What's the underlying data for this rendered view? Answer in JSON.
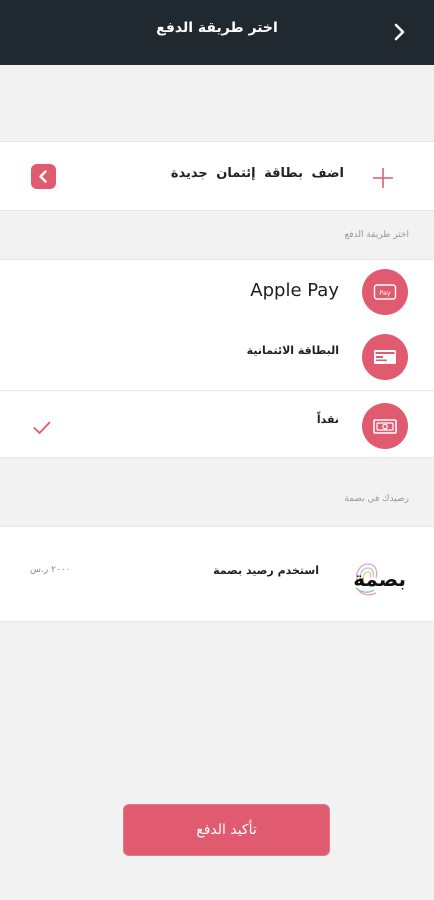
{
  "header": {
    "title": "اختر طريقة الدفع"
  },
  "add_card": {
    "label": "اضف بطاقة إئتمان جديدة"
  },
  "payment_section": {
    "label": "اختر طريقة الدفع"
  },
  "payment_methods": [
    {
      "label": "Apple Pay",
      "icon": "apple-pay-icon",
      "selected": false
    },
    {
      "label": "البطاقة الائتمانية",
      "icon": "credit-card-icon",
      "selected": false
    },
    {
      "label": "نقداً",
      "icon": "cash-icon",
      "selected": true
    }
  ],
  "basma_section": {
    "label": "رصيدك في بصمة"
  },
  "basma": {
    "use_label": "استخدم رصيد بصمة",
    "balance": "٢٠٠٠ ر.س",
    "logo_text": "بصمة"
  },
  "confirm": {
    "label": "تأكيد الدفع"
  },
  "colors": {
    "accent": "#e05b6f",
    "header_bg": "#202830",
    "background": "#f2f2f2"
  }
}
